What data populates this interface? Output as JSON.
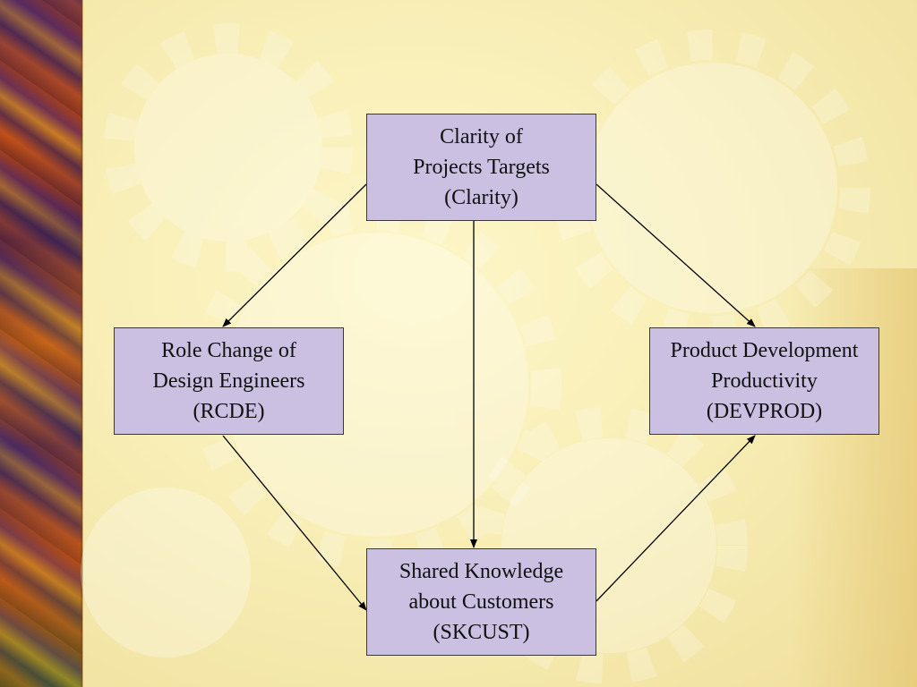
{
  "nodes": [
    {
      "id": "clarity",
      "lines": [
        "Clarity of",
        "Projects Targets",
        "(Clarity)"
      ]
    },
    {
      "id": "rcde",
      "lines": [
        "Role Change of",
        "Design Engineers",
        "(RCDE)"
      ]
    },
    {
      "id": "devprod",
      "lines": [
        "Product Development",
        "Productivity",
        "(DEVPROD)"
      ]
    },
    {
      "id": "skcust",
      "lines": [
        "Shared Knowledge",
        "about Customers",
        "(SKCUST)"
      ]
    }
  ],
  "edges": [
    {
      "from": "clarity",
      "to": "rcde"
    },
    {
      "from": "clarity",
      "to": "skcust"
    },
    {
      "from": "clarity",
      "to": "devprod"
    },
    {
      "from": "rcde",
      "to": "skcust"
    },
    {
      "from": "skcust",
      "to": "devprod"
    }
  ],
  "colors": {
    "node_fill": "#cbbfe2",
    "node_border": "#3a3a3a",
    "arrow": "#000000",
    "background": "#f8eeb6"
  }
}
